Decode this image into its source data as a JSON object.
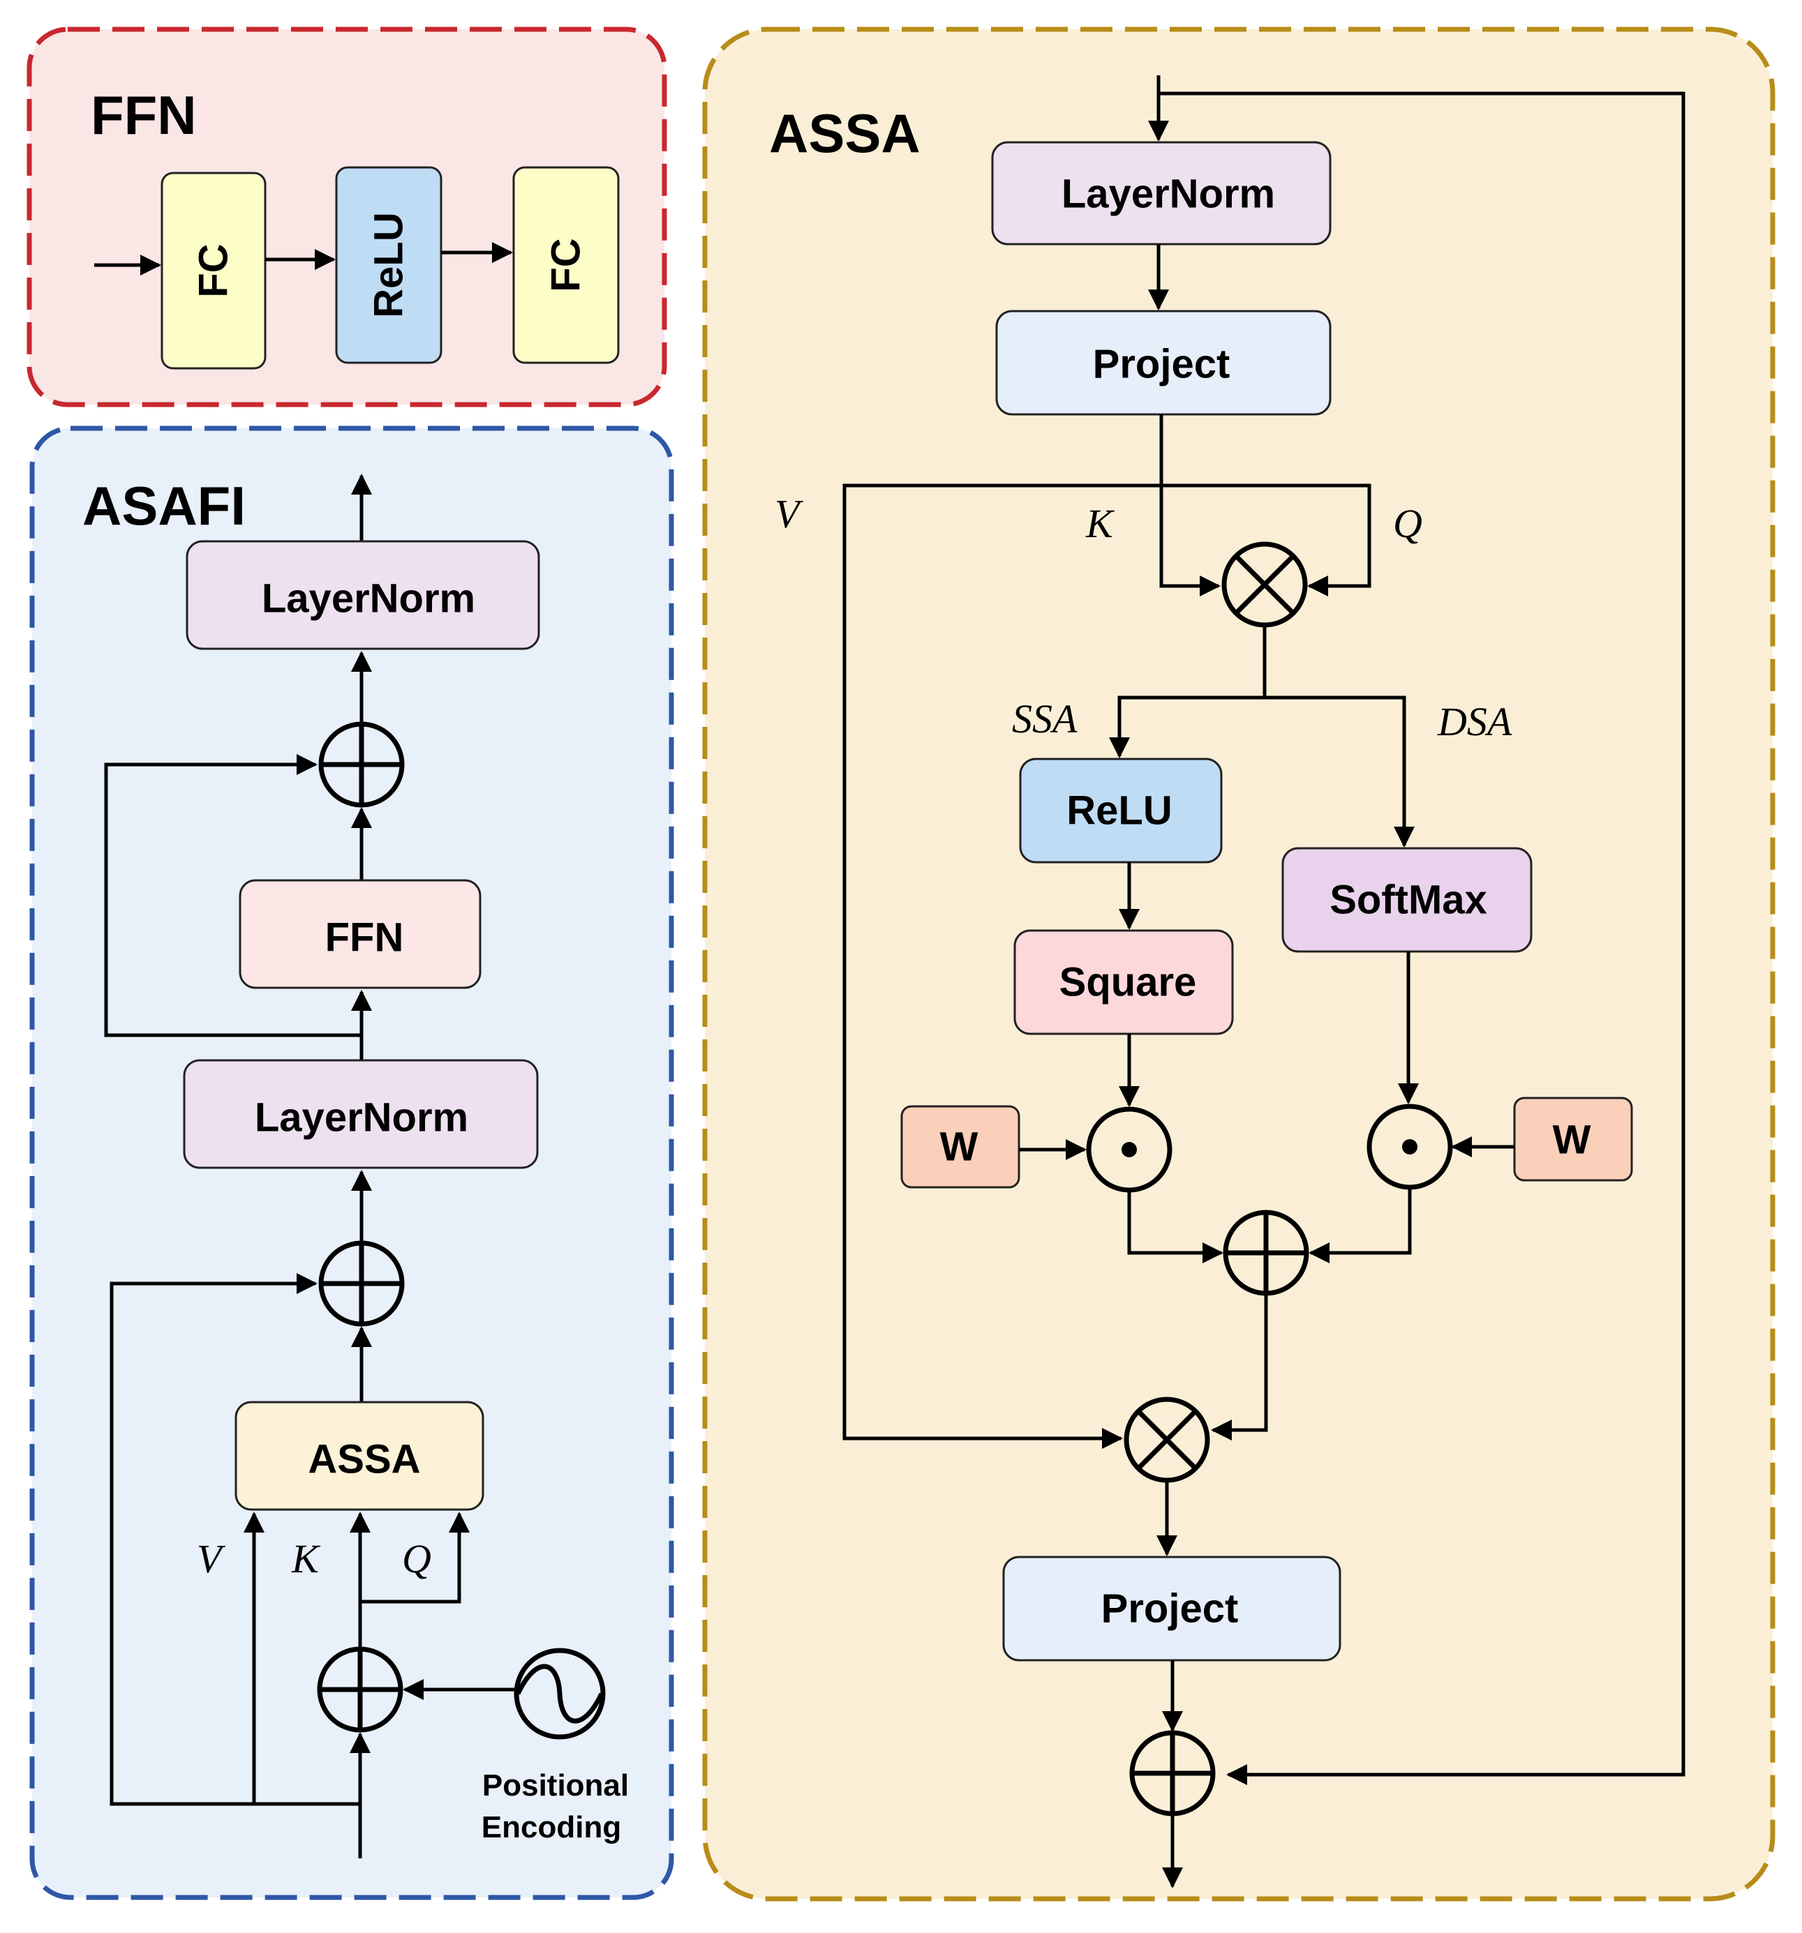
{
  "panels": {
    "ffn": {
      "title": "FFN",
      "fill": "#fbe6e6",
      "border": "#c8282f"
    },
    "asafi": {
      "title": "ASAFI",
      "fill": "#e8f0f9",
      "border": "#2e57a6"
    },
    "assa": {
      "title": "ASSA",
      "fill": "#faefd6",
      "border": "#b78d19"
    }
  },
  "ffn_blocks": {
    "fc1": "FC",
    "relu": "ReLU",
    "fc2": "FC"
  },
  "asafi_blocks": {
    "layernorm_top": "LayerNorm",
    "ffn": "FFN",
    "layernorm_mid": "LayerNorm",
    "assa": "ASSA",
    "positional_encoding_line1": "Positional",
    "positional_encoding_line2": "Encoding"
  },
  "asafi_vars": {
    "v": "V",
    "k": "K",
    "q": "Q"
  },
  "assa_blocks": {
    "layernorm": "LayerNorm",
    "project_in": "Project",
    "relu": "ReLU",
    "square": "Square",
    "softmax": "SoftMax",
    "weight_left": "W",
    "weight_right": "W",
    "project_out": "Project"
  },
  "assa_vars": {
    "v": "V",
    "k": "K",
    "q": "Q",
    "ssa": "SSA",
    "dsa": "DSA"
  },
  "colors": {
    "fc": "#fdfdc8",
    "relu": "#bfdcf5",
    "layernorm": "#ede0ef",
    "ffn_block": "#fce6e6",
    "assa_block": "#fbf2d7",
    "project": "#e5eef9",
    "square": "#fcd8da",
    "softmax": "#e8d2ec",
    "weight": "#fbd0bb"
  },
  "icons": {
    "add": "plus-circle-icon",
    "multiply": "cross-circle-icon",
    "hadamard": "dot-circle-icon",
    "positional": "sine-wave-icon"
  }
}
